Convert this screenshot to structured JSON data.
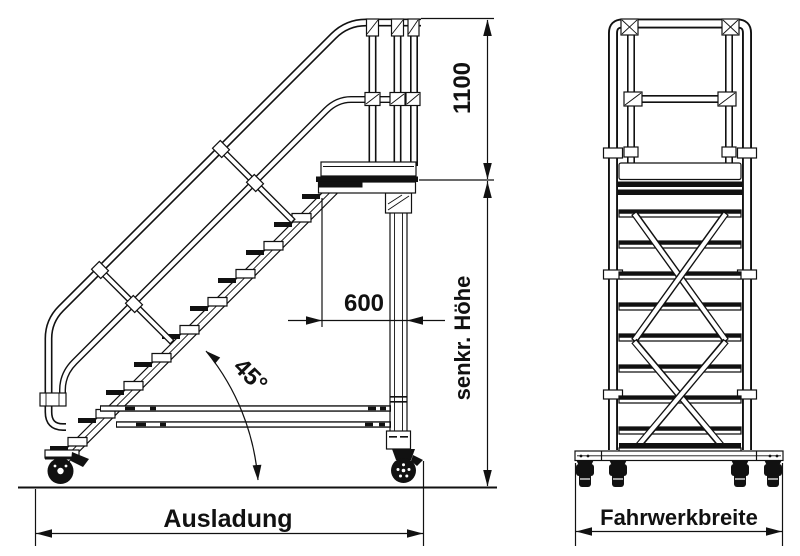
{
  "meta": {
    "background_color": "#ffffff",
    "line_color": "#111111",
    "drawing_type": "technical dimension drawing, mobile platform stairway, side view and front view"
  },
  "labels": {
    "rail_height": "1100",
    "platform_depth": "600",
    "angle": "45°",
    "vertical_height": "senkr. Höhe",
    "overhang": "Ausladung",
    "chassis_width": "Fahrwerkbreite"
  }
}
